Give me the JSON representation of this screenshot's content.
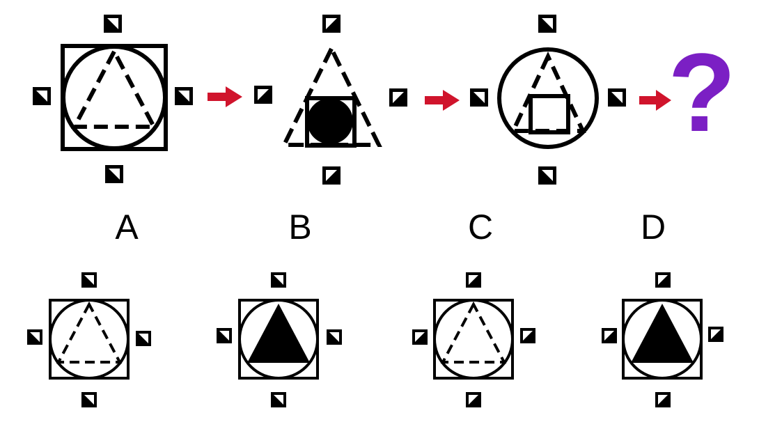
{
  "puzzle": {
    "question_mark": "?",
    "accent_arrow": "#d0142c",
    "accent_question": "#7b1fc4",
    "sequence": [
      {
        "outer": "square",
        "inner": "circle",
        "core": "dashed-triangle",
        "corner_style": "bottom-left"
      },
      {
        "outer": "dashed-triangle",
        "inner": "square",
        "core": "filled-circle",
        "corner_style": "top-right"
      },
      {
        "outer": "circle",
        "inner": "dashed-triangle",
        "core": "square",
        "corner_style": "bottom-left"
      }
    ]
  },
  "options": {
    "a": {
      "label": "A",
      "fill": "dashed-triangle",
      "corner_style": "bottom-left"
    },
    "b": {
      "label": "B",
      "fill": "filled-triangle",
      "corner_style": "bottom-left"
    },
    "c": {
      "label": "C",
      "fill": "dashed-triangle",
      "corner_style": "top-right"
    },
    "d": {
      "label": "D",
      "fill": "filled-triangle",
      "corner_style": "top-right"
    }
  }
}
